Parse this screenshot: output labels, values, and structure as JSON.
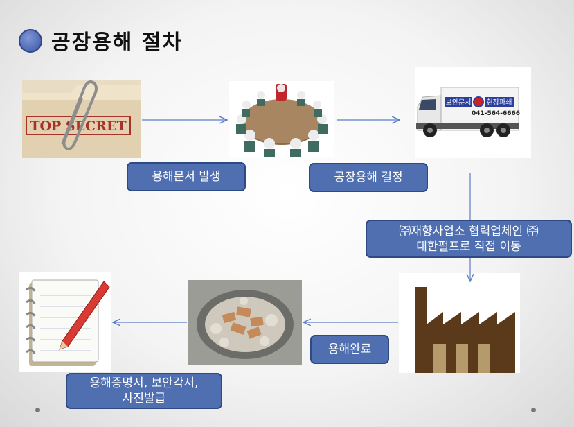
{
  "title": "공장용해 절차",
  "steps": {
    "issue_label": "용해문서 발생",
    "decision_label": "공장용해 결정",
    "transport_label_line1": "㈜재향사업소 협력업체인 ㈜",
    "transport_label_line2": "대한펄프로 직접 이동",
    "complete_label": "용해완료",
    "certificate_label_line1": "용해증명서, 보안각서,",
    "certificate_label_line2": "사진발급"
  },
  "images": {
    "top_secret_text": "TOP SECRET",
    "truck_sign_left": "보안문서",
    "truck_sign_right": "현장파쇄",
    "truck_phone": "041-564-6666"
  },
  "colors": {
    "label_fill": "#4f6fb0",
    "label_border": "#2e4a84",
    "arrow": "#5b7ec4"
  },
  "icons": {
    "document": "top-secret-folder-icon",
    "meeting": "meeting-table-icon",
    "truck": "truck-icon",
    "factory": "factory-icon",
    "incinerator": "incinerator-icon",
    "certificate": "notepad-pen-icon"
  }
}
